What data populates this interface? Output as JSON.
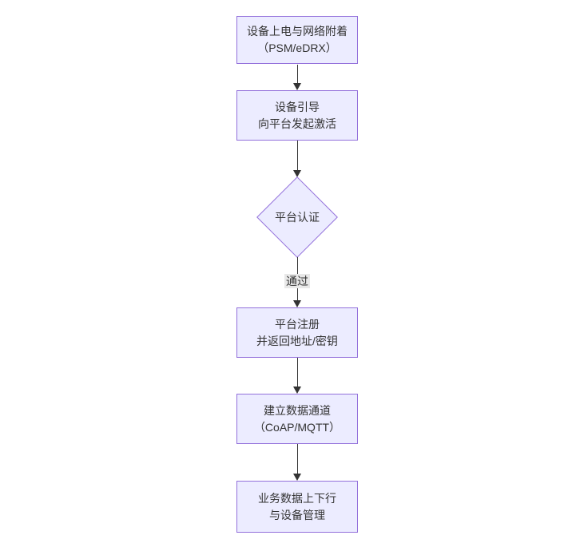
{
  "diagram": {
    "type": "flowchart-vertical",
    "nodes": [
      {
        "id": "step-power-attach",
        "shape": "rect",
        "label": "设备上电与网络附着\n（PSM/eDRX）"
      },
      {
        "id": "step-bootstrap",
        "shape": "rect",
        "label": "设备引导\n向平台发起激活"
      },
      {
        "id": "decision-auth",
        "shape": "diamond",
        "label": "平台认证"
      },
      {
        "id": "step-register",
        "shape": "rect",
        "label": "平台注册\n并返回地址/密钥"
      },
      {
        "id": "step-data-channel",
        "shape": "rect",
        "label": "建立数据通道\n（CoAP/MQTT）"
      },
      {
        "id": "step-business-data",
        "shape": "rect",
        "label": "业务数据上下行\n与设备管理"
      }
    ],
    "edges": [
      {
        "from": "step-power-attach",
        "to": "step-bootstrap",
        "label": ""
      },
      {
        "from": "step-bootstrap",
        "to": "decision-auth",
        "label": ""
      },
      {
        "from": "decision-auth",
        "to": "step-register",
        "label": "通过"
      },
      {
        "from": "step-register",
        "to": "step-data-channel",
        "label": ""
      },
      {
        "from": "step-data-channel",
        "to": "step-business-data",
        "label": ""
      }
    ],
    "edge_label_pass": "通过",
    "colors": {
      "node_fill": "#ECECFF",
      "node_border": "#9370DB",
      "text": "#333333",
      "edge": "#333333",
      "edge_label_bg": "#e8e8e8"
    }
  }
}
